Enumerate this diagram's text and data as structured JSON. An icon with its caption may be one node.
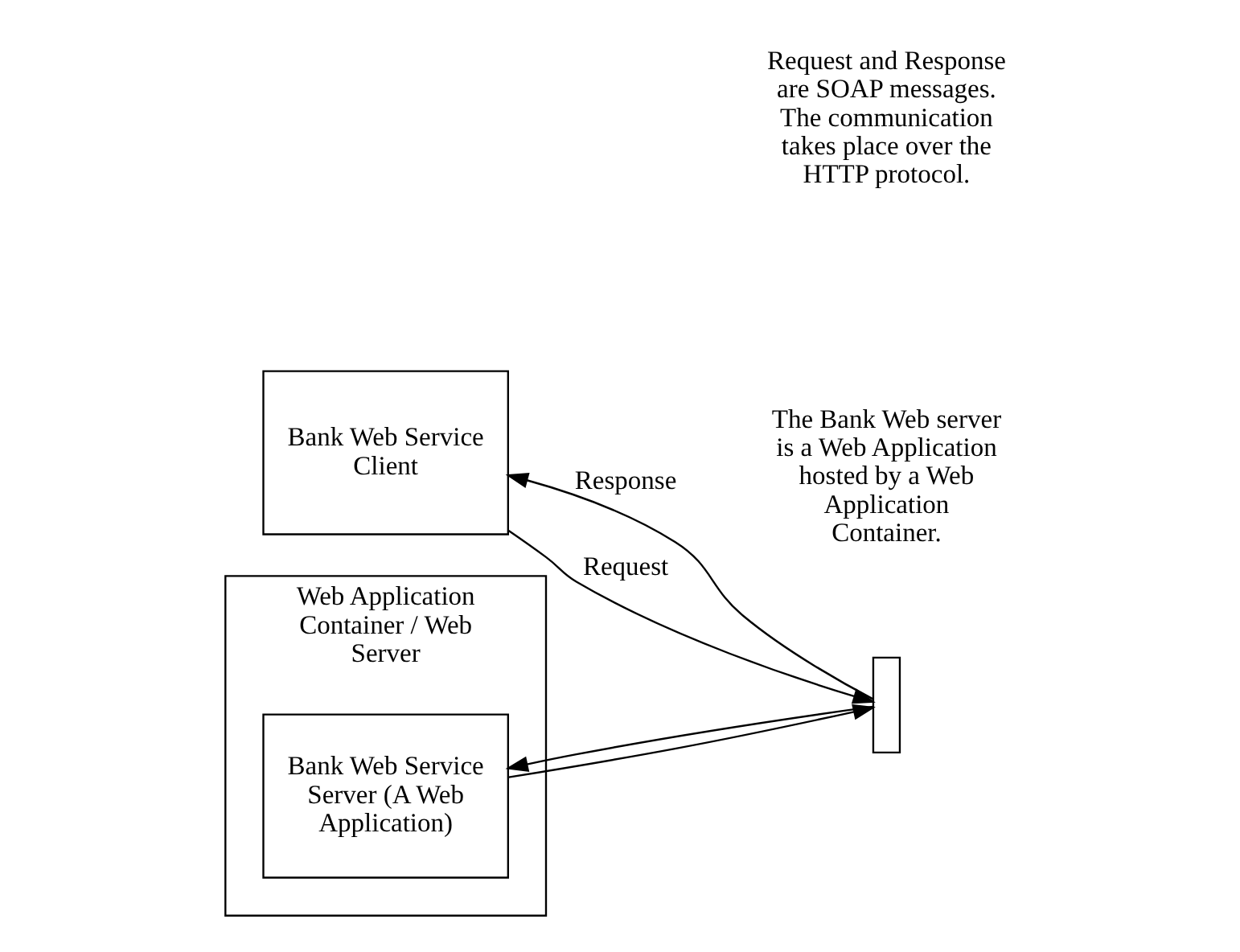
{
  "diagram": {
    "nodes": [
      {
        "text": [
          "Bank Web Service Client"
        ]
      },
      {
        "text": [
          "Web Application Container / Web Server"
        ]
      },
      {
        "text": [],
        "shape": "box"
      },
      {
        "text": [
          "Bank Web Service Server (A Web Application)"
        ],
        "in": 1
      }
    ],
    "edges": [
      {
        "from": 0,
        "to": 2,
        "arrow": "to",
        "label": "Request"
      },
      {
        "from": 2,
        "to": 0,
        "arrow": "to",
        "label": "Response"
      },
      {
        "from": 2,
        "to": 3,
        "arrow": "to"
      },
      {
        "from": 3,
        "to": 2,
        "arrow": "to"
      }
    ],
    "labels": [
      "Request and Response are SOAP messages. The communication takes place over the HTTP protocol.",
      "The Bank Web server is a Web Application hosted by a Web Application Container."
    ]
  }
}
